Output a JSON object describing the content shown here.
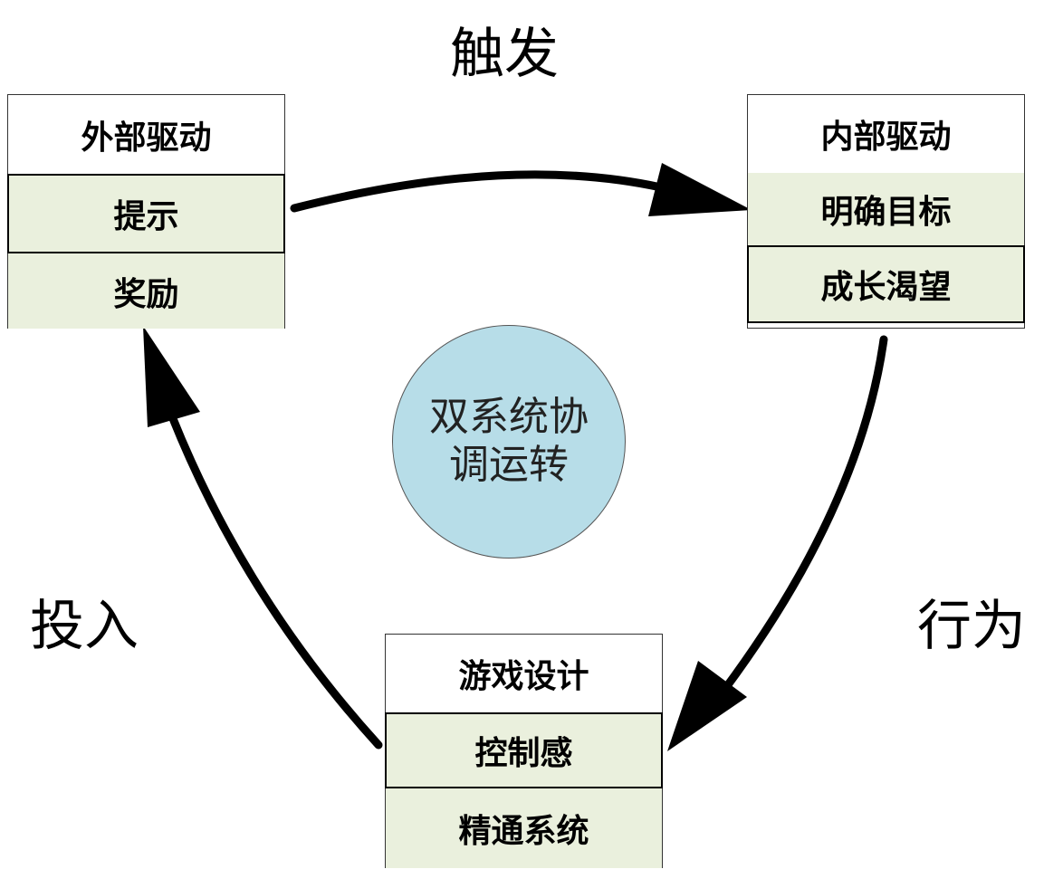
{
  "labels": {
    "top": "触发",
    "left": "投入",
    "right": "行为"
  },
  "center": {
    "line1": "双系统协",
    "line2": "调运转"
  },
  "boxes": {
    "external": {
      "title": "外部驱动",
      "items": [
        "提示",
        "奖励"
      ]
    },
    "internal": {
      "title": "内部驱动",
      "items": [
        "明确目标",
        "成长渴望"
      ]
    },
    "game": {
      "title": "游戏设计",
      "items": [
        "控制感",
        "精通系统"
      ]
    }
  },
  "colors": {
    "item_fill": "#eaf0dd",
    "center_fill": "#b7dde8",
    "arrow": "#000000"
  }
}
